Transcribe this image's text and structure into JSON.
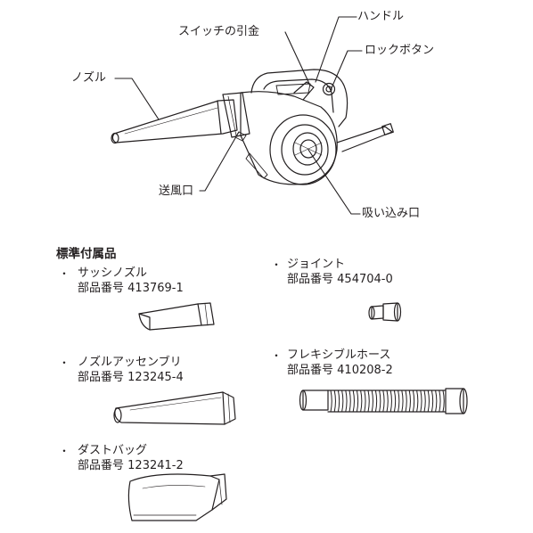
{
  "diagram": {
    "callouts": {
      "handle": "ハンドル",
      "switch_trigger": "スイッチの引金",
      "lock_button": "ロックボタン",
      "nozzle": "ノズル",
      "air_outlet": "送風口",
      "air_inlet": "吸い込み口"
    }
  },
  "accessories": {
    "section_title": "標準付属品",
    "bullet": "・",
    "items": [
      {
        "name": "サッシノズル",
        "part_label": "部品番号",
        "part_number": "413769-1"
      },
      {
        "name": "ジョイント",
        "part_label": "部品番号",
        "part_number": "454704-0"
      },
      {
        "name": "ノズルアッセンブリ",
        "part_label": "部品番号",
        "part_number": "123245-4"
      },
      {
        "name": "フレキシブルホース",
        "part_label": "部品番号",
        "part_number": "410208-2"
      },
      {
        "name": "ダストバッグ",
        "part_label": "部品番号",
        "part_number": "123241-2"
      }
    ]
  }
}
